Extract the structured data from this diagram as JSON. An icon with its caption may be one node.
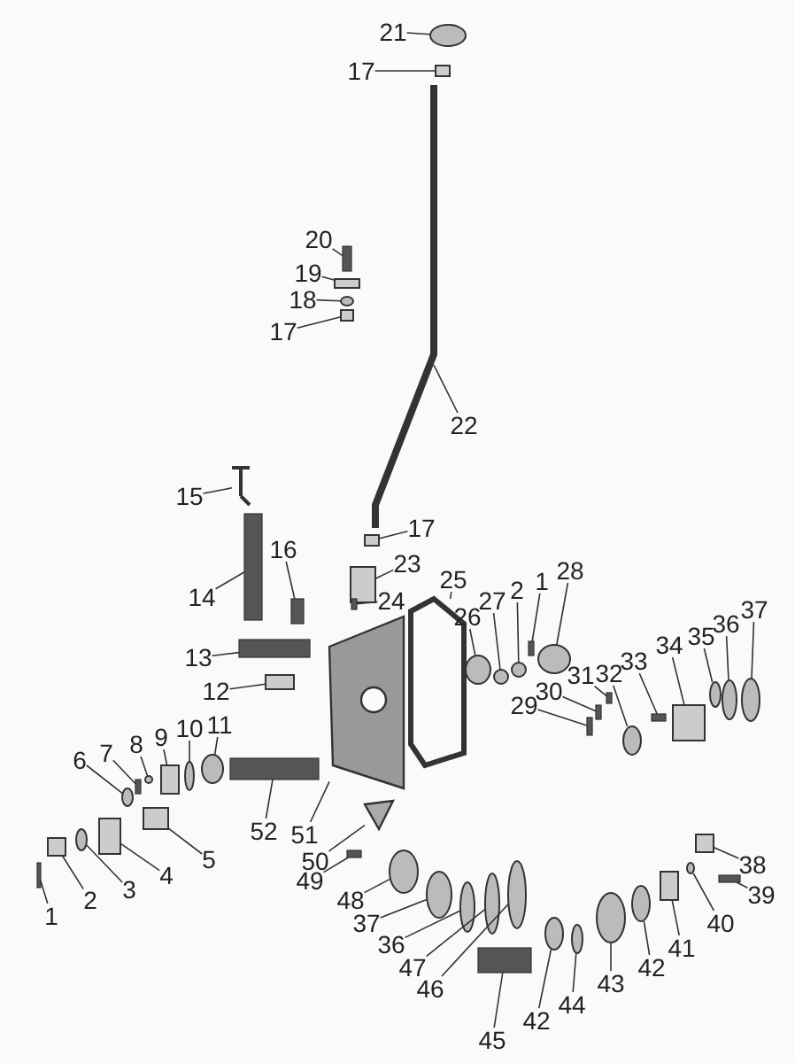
{
  "diagram": {
    "nodes": [
      {
        "text": [
          "21"
        ]
      },
      {
        "text": [
          "17"
        ]
      },
      {
        "text": [
          "20"
        ]
      },
      {
        "text": [
          "19"
        ]
      },
      {
        "text": [
          "18"
        ]
      },
      {
        "text": [
          "17"
        ]
      },
      {
        "text": [
          "22"
        ]
      },
      {
        "text": [
          "15"
        ]
      },
      {
        "text": [
          "17"
        ]
      },
      {
        "text": [
          "16"
        ]
      },
      {
        "text": [
          "23"
        ]
      },
      {
        "text": [
          "14"
        ]
      },
      {
        "text": [
          "24"
        ]
      },
      {
        "text": [
          "25"
        ]
      },
      {
        "text": [
          "28"
        ]
      },
      {
        "text": [
          "26"
        ]
      },
      {
        "text": [
          "27"
        ]
      },
      {
        "text": [
          "2"
        ]
      },
      {
        "text": [
          "1"
        ]
      },
      {
        "text": [
          "13"
        ]
      },
      {
        "text": [
          "12"
        ]
      },
      {
        "text": [
          "29"
        ]
      },
      {
        "text": [
          "30"
        ]
      },
      {
        "text": [
          "31"
        ]
      },
      {
        "text": [
          "32"
        ]
      },
      {
        "text": [
          "33"
        ]
      },
      {
        "text": [
          "34"
        ]
      },
      {
        "text": [
          "35"
        ]
      },
      {
        "text": [
          "36"
        ]
      },
      {
        "text": [
          "37"
        ]
      },
      {
        "text": [
          "7"
        ]
      },
      {
        "text": [
          "8"
        ]
      },
      {
        "text": [
          "9"
        ]
      },
      {
        "text": [
          "6"
        ]
      },
      {
        "text": [
          "10"
        ]
      },
      {
        "text": [
          "11"
        ]
      },
      {
        "text": [
          "52"
        ]
      },
      {
        "text": [
          "51"
        ]
      },
      {
        "text": [
          "5"
        ]
      },
      {
        "text": [
          "50"
        ]
      },
      {
        "text": [
          "4"
        ]
      },
      {
        "text": [
          "38"
        ]
      },
      {
        "text": [
          "49"
        ]
      },
      {
        "text": [
          "3"
        ]
      },
      {
        "text": [
          "48"
        ]
      },
      {
        "text": [
          "39"
        ]
      },
      {
        "text": [
          "2"
        ]
      },
      {
        "text": [
          "37"
        ]
      },
      {
        "text": [
          "40"
        ]
      },
      {
        "text": [
          "1"
        ]
      },
      {
        "text": [
          "36"
        ]
      },
      {
        "text": [
          "41"
        ]
      },
      {
        "text": [
          "47"
        ]
      },
      {
        "text": [
          "42"
        ]
      },
      {
        "text": [
          "46"
        ]
      },
      {
        "text": [
          "43"
        ]
      },
      {
        "text": [
          "44"
        ]
      },
      {
        "text": [
          "42"
        ]
      },
      {
        "text": [
          "45"
        ]
      },
      {
        "text": [],
        "shape": "circle"
      },
      {
        "text": [],
        "shape": "box"
      },
      {
        "text": [],
        "shape": "bar"
      },
      {
        "text": [],
        "shape": "box"
      },
      {
        "text": [],
        "shape": "circle"
      },
      {
        "text": [],
        "shape": "box"
      },
      {
        "text": [],
        "shape": "picture"
      },
      {
        "text": [],
        "shape": "picture"
      },
      {
        "text": [],
        "shape": "box"
      },
      {
        "text": [],
        "shape": "bar"
      },
      {
        "text": [],
        "shape": "box"
      },
      {
        "text": [],
        "shape": "bar"
      },
      {
        "text": [],
        "shape": "bar"
      },
      {
        "text": [],
        "shape": "picture"
      },
      {
        "text": [],
        "shape": "circle"
      },
      {
        "text": [],
        "shape": "circle"
      },
      {
        "text": [],
        "shape": "circle"
      },
      {
        "text": [],
        "shape": "circle"
      },
      {
        "text": [],
        "shape": "bar"
      },
      {
        "text": [],
        "shape": "bar"
      },
      {
        "text": [],
        "shape": "box"
      },
      {
        "text": [],
        "shape": "bar"
      },
      {
        "text": [],
        "shape": "bar"
      },
      {
        "text": [],
        "shape": "bar"
      },
      {
        "text": [],
        "shape": "circle"
      },
      {
        "text": [],
        "shape": "bar"
      },
      {
        "text": [],
        "shape": "box"
      },
      {
        "text": [],
        "shape": "circle"
      },
      {
        "text": [],
        "shape": "circle"
      },
      {
        "text": [],
        "shape": "circle"
      },
      {
        "text": [],
        "shape": "bar"
      },
      {
        "text": [],
        "shape": "circle"
      },
      {
        "text": [],
        "shape": "box"
      },
      {
        "text": [],
        "shape": "circle"
      },
      {
        "text": [],
        "shape": "circle"
      },
      {
        "text": [],
        "shape": "circle"
      },
      {
        "text": [],
        "shape": "bar"
      },
      {
        "text": [],
        "shape": "picture"
      },
      {
        "text": [],
        "shape": "box"
      },
      {
        "text": [],
        "shape": "picture"
      },
      {
        "text": [],
        "shape": "box"
      },
      {
        "text": [],
        "shape": "box"
      },
      {
        "text": [],
        "shape": "bar"
      },
      {
        "text": [],
        "shape": "circle"
      },
      {
        "text": [],
        "shape": "circle"
      },
      {
        "text": [],
        "shape": "bar"
      },
      {
        "text": [],
        "shape": "box"
      },
      {
        "text": [],
        "shape": "circle"
      },
      {
        "text": [],
        "shape": "circle"
      },
      {
        "text": [],
        "shape": "bar"
      },
      {
        "text": [],
        "shape": "circle"
      },
      {
        "text": [],
        "shape": "box"
      },
      {
        "text": [],
        "shape": "circle"
      },
      {
        "text": [],
        "shape": "circle"
      },
      {
        "text": [],
        "shape": "circle"
      },
      {
        "text": [],
        "shape": "circle"
      },
      {
        "text": [],
        "shape": "circle"
      },
      {
        "text": [],
        "shape": "circle"
      },
      {
        "text": [],
        "shape": "bar"
      }
    ],
    "edges": [
      {
        "from": 0,
        "to": 59,
        "arrow": "none"
      },
      {
        "from": 1,
        "to": 60,
        "arrow": "none"
      },
      {
        "from": 2,
        "to": 61,
        "arrow": "none"
      },
      {
        "from": 3,
        "to": 62,
        "arrow": "none"
      },
      {
        "from": 4,
        "to": 63,
        "arrow": "none"
      },
      {
        "from": 5,
        "to": 64,
        "arrow": "none"
      },
      {
        "from": 6,
        "to": 65,
        "arrow": "none"
      },
      {
        "from": 7,
        "to": 66,
        "arrow": "none"
      },
      {
        "from": 8,
        "to": 67,
        "arrow": "none"
      },
      {
        "from": 9,
        "to": 68,
        "arrow": "none"
      },
      {
        "from": 10,
        "to": 69,
        "arrow": "none"
      },
      {
        "from": 11,
        "to": 70,
        "arrow": "none"
      },
      {
        "from": 12,
        "to": 71,
        "arrow": "none"
      },
      {
        "from": 13,
        "to": 72,
        "arrow": "none"
      },
      {
        "from": 14,
        "to": 73,
        "arrow": "none"
      },
      {
        "from": 15,
        "to": 74,
        "arrow": "none"
      },
      {
        "from": 16,
        "to": 75,
        "arrow": "none"
      },
      {
        "from": 17,
        "to": 76,
        "arrow": "none"
      },
      {
        "from": 18,
        "to": 77,
        "arrow": "none"
      },
      {
        "from": 19,
        "to": 78,
        "arrow": "none"
      },
      {
        "from": 20,
        "to": 79,
        "arrow": "none"
      },
      {
        "from": 21,
        "to": 80,
        "arrow": "none"
      },
      {
        "from": 22,
        "to": 81,
        "arrow": "none"
      },
      {
        "from": 23,
        "to": 82,
        "arrow": "none"
      },
      {
        "from": 24,
        "to": 83,
        "arrow": "none"
      },
      {
        "from": 25,
        "to": 84,
        "arrow": "none"
      },
      {
        "from": 26,
        "to": 85,
        "arrow": "none"
      },
      {
        "from": 27,
        "to": 86,
        "arrow": "none"
      },
      {
        "from": 28,
        "to": 87,
        "arrow": "none"
      },
      {
        "from": 29,
        "to": 88,
        "arrow": "none"
      },
      {
        "from": 30,
        "to": 89,
        "arrow": "none"
      },
      {
        "from": 31,
        "to": 90,
        "arrow": "none"
      },
      {
        "from": 32,
        "to": 91,
        "arrow": "none"
      },
      {
        "from": 33,
        "to": 92,
        "arrow": "none"
      },
      {
        "from": 34,
        "to": 93,
        "arrow": "none"
      },
      {
        "from": 35,
        "to": 94,
        "arrow": "none"
      },
      {
        "from": 36,
        "to": 95,
        "arrow": "none"
      },
      {
        "from": 37,
        "to": 96,
        "arrow": "none"
      },
      {
        "from": 38,
        "to": 97,
        "arrow": "none"
      },
      {
        "from": 39,
        "to": 98,
        "arrow": "none"
      },
      {
        "from": 40,
        "to": 99,
        "arrow": "none"
      },
      {
        "from": 41,
        "to": 100,
        "arrow": "none"
      },
      {
        "from": 42,
        "to": 101,
        "arrow": "none"
      },
      {
        "from": 43,
        "to": 102,
        "arrow": "none"
      },
      {
        "from": 44,
        "to": 103,
        "arrow": "none"
      },
      {
        "from": 45,
        "to": 104,
        "arrow": "none"
      },
      {
        "from": 46,
        "to": 105,
        "arrow": "none"
      },
      {
        "from": 47,
        "to": 106,
        "arrow": "none"
      },
      {
        "from": 48,
        "to": 107,
        "arrow": "none"
      },
      {
        "from": 49,
        "to": 108,
        "arrow": "none"
      },
      {
        "from": 50,
        "to": 109,
        "arrow": "none"
      },
      {
        "from": 51,
        "to": 110,
        "arrow": "none"
      },
      {
        "from": 52,
        "to": 111,
        "arrow": "none"
      },
      {
        "from": 53,
        "to": 112,
        "arrow": "none"
      },
      {
        "from": 54,
        "to": 113,
        "arrow": "none"
      },
      {
        "from": 55,
        "to": 114,
        "arrow": "none"
      },
      {
        "from": 56,
        "to": 115,
        "arrow": "none"
      },
      {
        "from": 57,
        "to": 116,
        "arrow": "none"
      },
      {
        "from": 58,
        "to": 117,
        "arrow": "none"
      }
    ]
  }
}
